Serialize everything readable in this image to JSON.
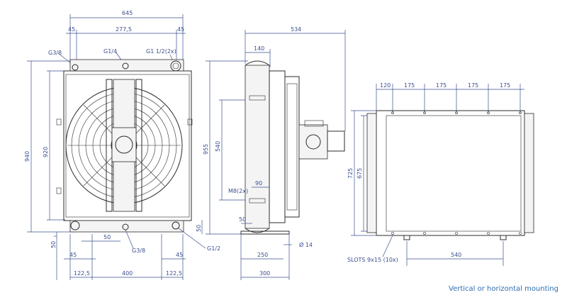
{
  "caption": "Vertical or horizontal mounting",
  "front_view": {
    "width_overall": "645",
    "offset_left": "45",
    "port_spacing": "277,5",
    "offset_right": "45",
    "port_left_top": "G3/8",
    "port_mid_top": "G1/4",
    "port_right_top": "G1 1/2(2x)",
    "height_overall": "940",
    "height_inner": "920",
    "bottom_left_offset": "50",
    "bottom_small": "50",
    "bottom_45_left": "45",
    "bottom_45_right": "45",
    "foot_left": "122,5",
    "foot_span": "400",
    "foot_right": "122,5",
    "port_bottom_mid": "G3/8",
    "port_bottom_right": "G1/2",
    "right_50": "50"
  },
  "side_view": {
    "depth_overall": "534",
    "depth_top": "140",
    "height": "955",
    "inner_height": "540",
    "bolt": "M8(2x)",
    "bolt_spacing": "90",
    "bottom_50": "50",
    "bottom_250": "250",
    "bottom_300": "300",
    "hole": "Ø 14"
  },
  "rear_view": {
    "spacing_first": "120",
    "spacing_1": "175",
    "spacing_2": "175",
    "spacing_3": "175",
    "spacing_4": "175",
    "height_outer": "725",
    "height_inner": "675",
    "slots": "SLOTS 9x15 (10x)",
    "bottom_span": "540"
  }
}
